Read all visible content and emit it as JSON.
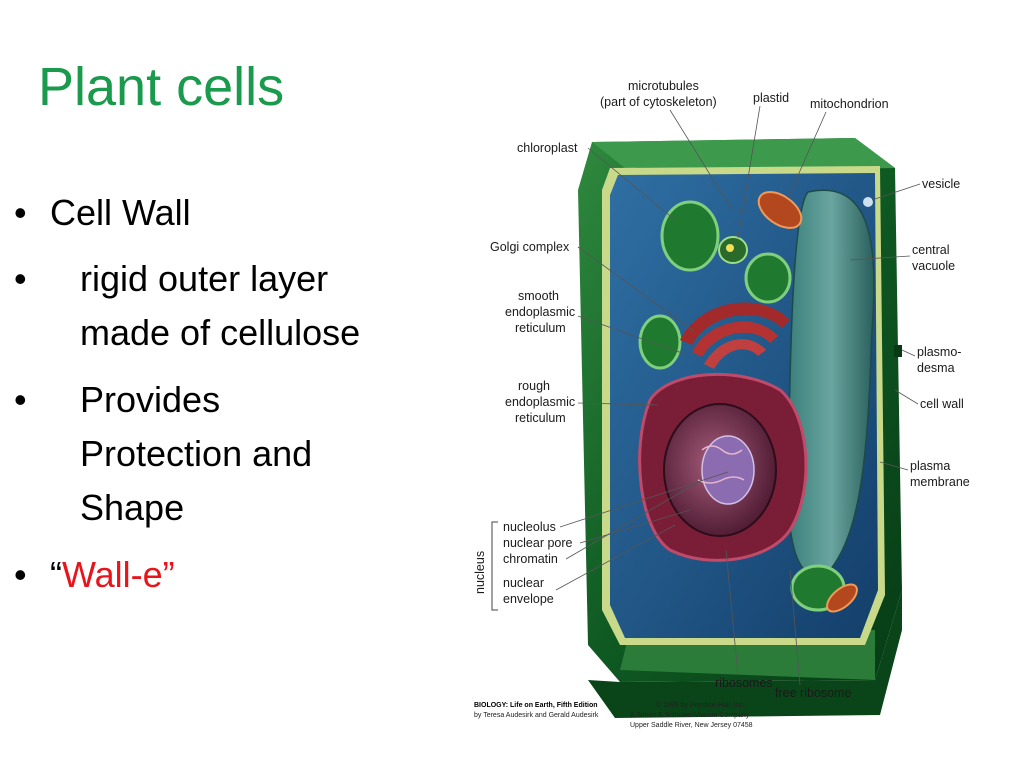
{
  "slide": {
    "title": "Plant cells",
    "bullets": [
      {
        "text": "Cell Wall"
      },
      {
        "text": "rigid outer layer made of cellulose",
        "line1": "rigid outer layer",
        "line2": "made of cellulose"
      },
      {
        "text": "Provides Protection and Shape",
        "line1": "Provides",
        "line2": "Protection and",
        "line3": "Shape"
      },
      {
        "open_quote": "“",
        "highlight": "Wall-e",
        "close_quote": "”"
      }
    ],
    "bullet_glyph": "•",
    "colors": {
      "title": "#1a9a4c",
      "highlight": "#e8141b"
    }
  },
  "diagram": {
    "labels": {
      "microtubules": "microtubules",
      "cytoskeleton": "(part of cytoskeleton)",
      "plastid": "plastid",
      "mitochondrion": "mitochondrion",
      "chloroplast": "chloroplast",
      "vesicle": "vesicle",
      "golgi": "Golgi complex",
      "central1": "central",
      "central2": "vacuole",
      "smooth1": "smooth",
      "smooth2": "endoplasmic",
      "smooth3": "reticulum",
      "plasmo1": "plasmo-",
      "plasmo2": "desma",
      "rough1": "rough",
      "rough2": "endoplasmic",
      "rough3": "reticulum",
      "cellwall": "cell wall",
      "plasma1": "plasma",
      "plasma2": "membrane",
      "nucleolus": "nucleolus",
      "nuclearpore": "nuclear pore",
      "chromatin": "chromatin",
      "nuclear1": "nuclear",
      "nuclear2": "envelope",
      "nucleus": "nucleus",
      "ribosomes": "ribosomes",
      "freeribosome": "free ribosome"
    },
    "credits": {
      "left1": "BIOLOGY: Life on Earth, Fifth Edition",
      "left2": "by Teresa Audesirk and Gerald Audesirk",
      "right1": "© 1999 by Prentice-Hall, Inc.",
      "right2": "A Simon & Schuster/Viacom Company",
      "right3": "Upper Saddle River, New Jersey 07458"
    }
  }
}
